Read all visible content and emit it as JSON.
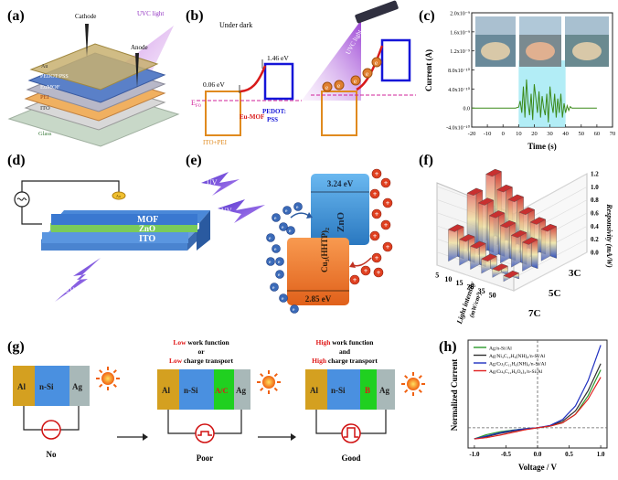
{
  "panels": {
    "a": {
      "label": "(a)",
      "cathode": "Cathode",
      "anode": "Anode",
      "light": "UVC light",
      "layers": [
        "Au",
        "PEDOT:PSS",
        "EuMOF",
        "PEI",
        "ITO",
        "Glass"
      ]
    },
    "b": {
      "label": "(b)",
      "condition": "Under dark",
      "e1": "0.06 eV",
      "e2": "1.46 eV",
      "ef": "E",
      "ef_sub": "F0",
      "ito": "ITO+PEI",
      "eumof": "Eu-MOF",
      "pedot1": "PEDOT:",
      "pedot2": "PSS",
      "light": "UVC light",
      "electron": "e"
    },
    "c": {
      "label": "(c)",
      "ylabel": "Current (A)",
      "xlabel": "Time (s)",
      "yticks": [
        "2.0x10⁻⁹",
        "1.6x10⁻⁹",
        "1.2x10⁻⁹",
        "8.0x10⁻¹⁰",
        "4.0x10⁻¹⁰",
        "0.0",
        "-4.0x10⁻¹⁰"
      ],
      "xticks": [
        "-20",
        "-10",
        "0",
        "10",
        "20",
        "30",
        "40",
        "50",
        "60",
        "70"
      ]
    },
    "d": {
      "label": "(d)",
      "uv1": "UV",
      "uv2": "UV",
      "layers": [
        "MOF",
        "ZnO",
        "ITO"
      ],
      "electrode": "Au"
    },
    "e": {
      "label": "(e)",
      "zno": "ZnO",
      "cu_main": "Cu",
      "cu_sub1": "3",
      "cu_mid": "(HHTP)",
      "cu_sub2": "2",
      "e1": "3.24 eV",
      "e2": "2.85 eV",
      "uv": "UV",
      "electron": "e",
      "hole": "+"
    },
    "f": {
      "label": "(f)",
      "zlabel": "Responsivity (mA/W)",
      "xlabel": "Light intensity",
      "xlabel_unit": "(mW/cm²)",
      "zticks": [
        "0.0",
        "0.2",
        "0.4",
        "0.6",
        "0.8",
        "1.0",
        "1.2"
      ],
      "xticks": [
        "5",
        "10",
        "15",
        "20",
        "35",
        "50"
      ],
      "samples": [
        "3C",
        "5C",
        "7C"
      ]
    },
    "g": {
      "label": "(g)",
      "cell1": [
        "Al",
        "n-Si",
        "Ag"
      ],
      "cell2": [
        "Al",
        "n-Si",
        "A/C",
        "Ag"
      ],
      "cell3": [
        "Al",
        "n-Si",
        "B",
        "Ag"
      ],
      "mid_title_1_red": "Low",
      "mid_title_1_black": " work function",
      "mid_title_2": "or",
      "mid_title_3_red": "Low",
      "mid_title_3_black": " charge transport",
      "right_title_1_red": "High",
      "right_title_1_black": " work function",
      "right_title_2": "and",
      "right_title_3_red": "High",
      "right_title_3_black": " charge transport",
      "result1": "No",
      "result2": "Poor",
      "result3": "Good"
    },
    "h": {
      "label": "(h)",
      "ylabel": "Normalized Current",
      "xlabel": "Voltage / V",
      "xticks": [
        "-1.0",
        "-0.5",
        "0.0",
        "0.5",
        "1.0"
      ],
      "legend": [
        "Ag/n-Si/Al",
        "Ag/Ni₃C₁₂H₆(NH)₆/n-Si/Al",
        "Ag/Cu₃C₁₂H₆(NH)₆/n-Si/Al",
        "Ag/Cu₃C₁₂H₆O₆)₂/n-Si/Al"
      ]
    }
  },
  "colors": {
    "ito_box": "#e08a1e",
    "pedot_box": "#1515d8",
    "eumof": "#d81a1a",
    "ef_line": "#d0209a",
    "zno": "#3a8fd0",
    "cu_hhtp": "#f07a2a",
    "c_trace": "#3c8a1a",
    "c_band": "#9fe8f4",
    "al": "#d4a020",
    "nsi": "#4a90e0",
    "ac": "#20d020",
    "ag": "#a8b8b8",
    "h_green": "#2a9a2a",
    "h_red": "#e02020",
    "h_black": "#303030",
    "h_blue": "#2030c0"
  },
  "chart_data": [
    {
      "type": "line",
      "panel": "c",
      "xlabel": "Time (s)",
      "ylabel": "Current (A)",
      "xlim": [
        -20,
        70
      ],
      "ylim": [
        -4e-10,
        2e-09
      ],
      "series": [
        {
          "x": [
            -20,
            8,
            10,
            11,
            12,
            13,
            14,
            15,
            16,
            17,
            18,
            19,
            20,
            21,
            22,
            23,
            24,
            25,
            26,
            27,
            28,
            29,
            30,
            31,
            32,
            33,
            34,
            35,
            36,
            37,
            38,
            39,
            40,
            41,
            42,
            43,
            44,
            46,
            60
          ],
          "y": [
            0,
            0,
            2e-11,
            1.5e-10,
            -1e-10,
            4.5e-10,
            -2e-10,
            6e-10,
            1e-10,
            -1.5e-10,
            3e-10,
            -2.5e-10,
            5e-10,
            2e-10,
            -1e-10,
            3.5e-10,
            -2e-10,
            2.5e-10,
            0,
            -1.5e-10,
            3e-10,
            -3e-10,
            4.5e-10,
            1e-10,
            -1e-10,
            3e-10,
            -2e-10,
            2e-10,
            -1e-10,
            3e-10,
            -2e-10,
            1e-10,
            -1e-10,
            5e-11,
            -5e-11,
            3e-11,
            0,
            0,
            0
          ]
        }
      ]
    },
    {
      "type": "bar",
      "panel": "f",
      "zlabel": "Responsivity (mA/W)",
      "xlabel": "Light intensity (mW/cm²)",
      "categories": [
        "5",
        "10",
        "15",
        "20",
        "35",
        "50"
      ],
      "zlim": [
        0,
        1.2
      ],
      "series": [
        {
          "name": "3C",
          "values": [
            0.55,
            0.45,
            0.4,
            0.25,
            0.15,
            0.1
          ]
        },
        {
          "name": "5C",
          "values": [
            1.0,
            0.9,
            0.75,
            0.65,
            0.55,
            0.5
          ]
        },
        {
          "name": "7C",
          "values": [
            1.15,
            0.95,
            0.85,
            0.7,
            0.6,
            0.55
          ]
        }
      ]
    },
    {
      "type": "line",
      "panel": "h",
      "xlabel": "Voltage / V",
      "ylabel": "Normalized Current",
      "xlim": [
        -1.1,
        1.1
      ],
      "ylim": [
        -0.6,
        2.6
      ],
      "series": [
        {
          "name": "Ag/n-Si/Al",
          "x": [
            -1.0,
            -0.8,
            -0.6,
            -0.4,
            -0.2,
            0.0,
            0.2,
            0.4,
            0.6,
            0.8,
            1.0
          ],
          "y": [
            -0.33,
            -0.2,
            -0.12,
            -0.07,
            -0.03,
            0.0,
            0.05,
            0.15,
            0.4,
            0.95,
            1.72
          ]
        },
        {
          "name": "Ag/Ni₃C₁₂H₆(NH)₆/n-Si/Al",
          "x": [
            -1.0,
            -0.8,
            -0.6,
            -0.4,
            -0.2,
            0.0,
            0.2,
            0.4,
            0.6,
            0.8,
            1.0
          ],
          "y": [
            -0.33,
            -0.26,
            -0.17,
            -0.1,
            -0.04,
            0.0,
            0.06,
            0.2,
            0.5,
            1.1,
            1.9
          ]
        },
        {
          "name": "Ag/Cu₃C₁₂H₆(NH)₆/n-Si/Al",
          "x": [
            -1.0,
            -0.8,
            -0.6,
            -0.4,
            -0.2,
            0.0,
            0.2,
            0.4,
            0.6,
            0.8,
            1.0
          ],
          "y": [
            -0.33,
            -0.24,
            -0.15,
            -0.08,
            -0.03,
            0.0,
            0.07,
            0.25,
            0.65,
            1.4,
            2.45
          ]
        },
        {
          "name": "Ag/Cu₃C₁₂H₆O₆)₂/n-Si/Al",
          "x": [
            -1.0,
            -0.8,
            -0.6,
            -0.4,
            -0.2,
            0.0,
            0.2,
            0.4,
            0.6,
            0.8,
            1.0
          ],
          "y": [
            -0.33,
            -0.29,
            -0.22,
            -0.14,
            -0.06,
            0.0,
            0.05,
            0.15,
            0.4,
            0.85,
            1.5
          ]
        }
      ]
    }
  ]
}
